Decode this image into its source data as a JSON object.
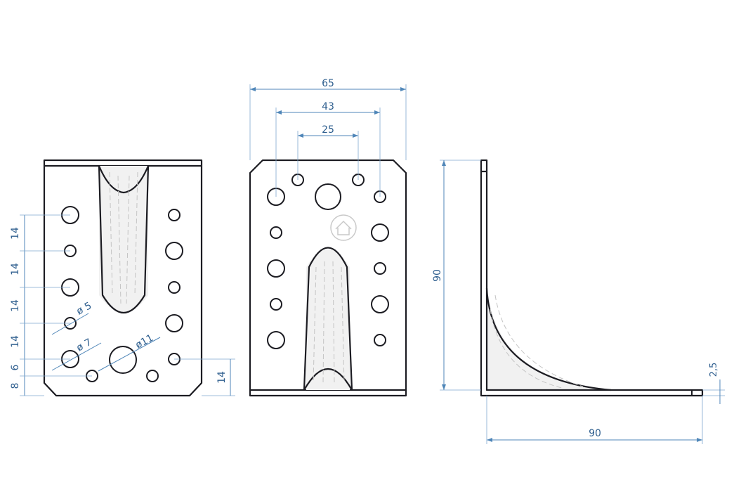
{
  "colors": {
    "outline": "#1c1c22",
    "dimension": "#4f86b8",
    "dimension_text": "#2f5f8f",
    "background": "#ffffff"
  },
  "views": {
    "side": {
      "dims": {
        "d14_a": "14",
        "d14_b": "14",
        "d14_c": "14",
        "d14_d": "14",
        "d6": "6",
        "d8": "8",
        "d14_right": "14"
      },
      "diameters": {
        "small": "ø 5",
        "medium": "ø 7",
        "large": "ø11"
      }
    },
    "front": {
      "dims": {
        "width_total": "65",
        "width_mid": "43",
        "width_inner": "25"
      }
    },
    "profile": {
      "dims": {
        "height": "90",
        "length": "90",
        "thickness": "2,5"
      }
    }
  }
}
